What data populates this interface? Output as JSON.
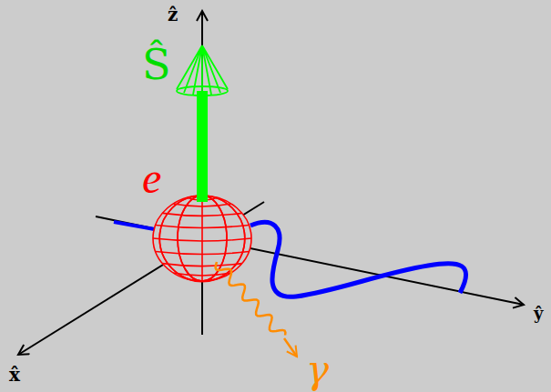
{
  "diagram": {
    "labels": [
      "ẑ",
      "Ŝ",
      "e",
      "γ",
      "x̂",
      "ŷ"
    ]
  }
}
